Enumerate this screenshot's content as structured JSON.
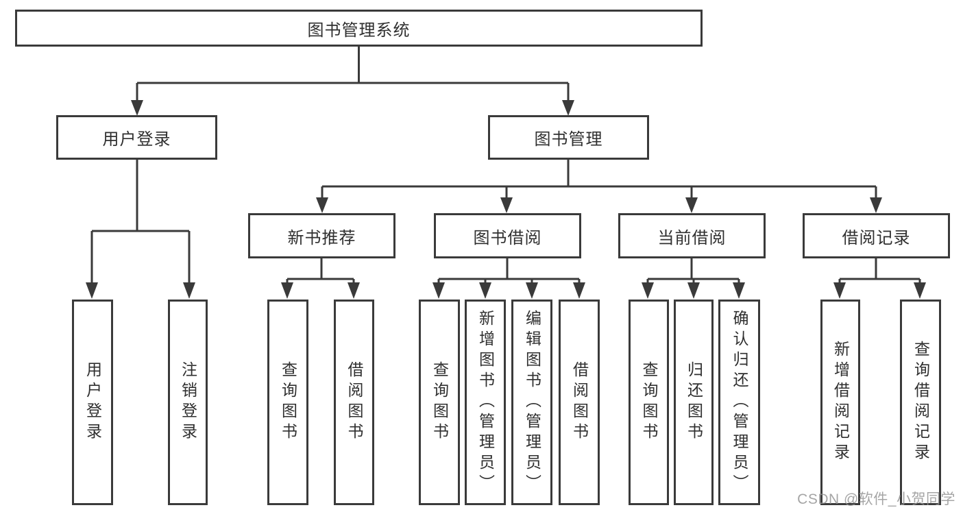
{
  "tree": {
    "label": "图书管理系统",
    "children": [
      {
        "label": "用户登录",
        "children": [
          {
            "label": "用户登录"
          },
          {
            "label": "注销登录"
          }
        ]
      },
      {
        "label": "图书管理",
        "children": [
          {
            "label": "新书推荐",
            "children": [
              {
                "label": "查询图书"
              },
              {
                "label": "借阅图书"
              }
            ]
          },
          {
            "label": "图书借阅",
            "children": [
              {
                "label": "查询图书"
              },
              {
                "label": "新增图书（管理员）"
              },
              {
                "label": "编辑图书（管理员）"
              },
              {
                "label": "借阅图书"
              }
            ]
          },
          {
            "label": "当前借阅",
            "children": [
              {
                "label": "查询图书"
              },
              {
                "label": "归还图书"
              },
              {
                "label": "确认归还（管理员）"
              }
            ]
          },
          {
            "label": "借阅记录",
            "children": [
              {
                "label": "新增借阅记录"
              },
              {
                "label": "查询借阅记录"
              }
            ]
          }
        ]
      }
    ]
  },
  "watermark": {
    "text": "CSDN @软件_小贺同学"
  },
  "colors": {
    "line": "#3a3a3a",
    "text": "#2f2f2f",
    "watermark": "#919191",
    "background": "#ffffff"
  }
}
